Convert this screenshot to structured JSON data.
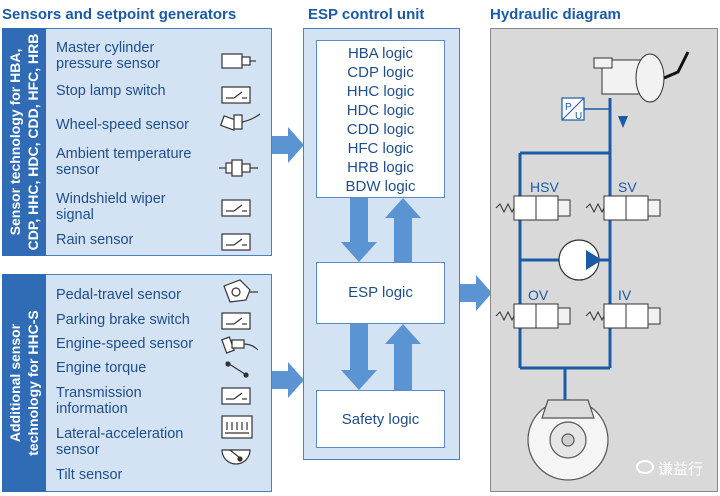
{
  "headers": {
    "sensors": "Sensors and setpoint generators",
    "esp": "ESP control unit",
    "hydraulic": "Hydraulic diagram"
  },
  "group1": {
    "side_label_line1": "Sensor technology for HBA,",
    "side_label_line2": "CDP, HHC, HDC, CDD, HFC, HRB",
    "items": [
      {
        "label": "Master cylinder\npressure sensor",
        "icon": "pressure-sensor-icon"
      },
      {
        "label": "Stop lamp switch",
        "icon": "switch-icon"
      },
      {
        "label": "Wheel-speed sensor",
        "icon": "wheel-speed-sensor-icon"
      },
      {
        "label": "Ambient temperature\nsensor",
        "icon": "temperature-sensor-icon"
      },
      {
        "label": "Windshield wiper\nsignal",
        "icon": "switch-icon"
      },
      {
        "label": "Rain sensor",
        "icon": "switch-icon"
      }
    ]
  },
  "group2": {
    "side_label_line1": "Additional sensor",
    "side_label_line2": "technology for HHC-S",
    "items": [
      {
        "label": "Pedal-travel sensor",
        "icon": "pedal-travel-sensor-icon"
      },
      {
        "label": "Parking brake switch",
        "icon": "switch-icon"
      },
      {
        "label": "Engine-speed sensor",
        "icon": "engine-speed-sensor-icon"
      },
      {
        "label": "Engine torque",
        "icon": "torque-icon"
      },
      {
        "label": "Transmission\ninformation",
        "icon": "switch-icon"
      },
      {
        "label": "Lateral-acceleration\nsensor",
        "icon": "acceleration-sensor-icon"
      },
      {
        "label": "Tilt sensor",
        "icon": "tilt-sensor-icon"
      }
    ]
  },
  "esp": {
    "logic_items": [
      "HBA logic",
      "CDP logic",
      "HHC logic",
      "HDC logic",
      "CDD logic",
      "HFC logic",
      "HRB logic",
      "BDW logic"
    ],
    "esp_logic": "ESP logic",
    "safety_logic": "Safety logic"
  },
  "hydraulic": {
    "hsv": "HSV",
    "sv": "SV",
    "ov": "OV",
    "iv": "IV",
    "pu_p": "P",
    "pu_u": "U"
  },
  "watermark": "谦益行",
  "colors": {
    "accent": "#1b5aa6",
    "panel": "#d3e3f3",
    "arrow": "#5b94d3",
    "hydraulic_bg": "#d9d9d9"
  }
}
